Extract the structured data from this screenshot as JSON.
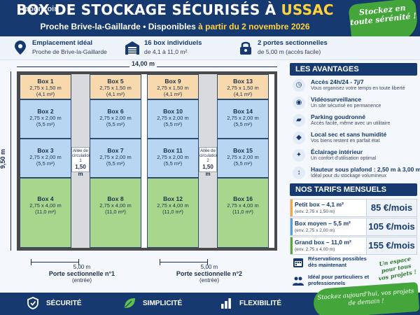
{
  "header": {
    "watermark": "leboncoin",
    "title_main": "BOX DE STOCKAGE SÉCURISÉS À ",
    "title_accent": "USSAC",
    "subtitle_location": "Proche Brive-la-Gaillarde",
    "subtitle_sep": "•",
    "subtitle_avail": "Disponibles",
    "subtitle_date": "à partir du 2 novembre 2026",
    "badge_text": "Stockez en toute sérénité !"
  },
  "info": [
    {
      "icon": "location-pin-icon",
      "title": "Emplacement idéal",
      "detail": "Proche de Brive-la-Gaillarde"
    },
    {
      "icon": "garage-icon",
      "title": "16 box individuels",
      "detail": "de 4,1 à 11,0 m²"
    },
    {
      "icon": "lock-icon",
      "title": "2 portes sectionnelles",
      "detail": "de 5,00 m (accès facile)"
    }
  ],
  "plan": {
    "width_label": "14,00 m",
    "height_label": "9,50 m",
    "aisles": [
      {
        "label": "Allée de circulation 1",
        "width": "1,50 m"
      },
      {
        "label": "Allée de circulation 2",
        "width": "1,50 m"
      }
    ],
    "boxes": [
      {
        "name": "Box 1",
        "dims": "2,75 x 1,50 m",
        "area": "(4,1 m²)",
        "size": "small",
        "col": 0,
        "row": 0
      },
      {
        "name": "Box 2",
        "dims": "2,75 x 2,00 m",
        "area": "(5,5 m²)",
        "size": "mid",
        "col": 0,
        "row": 1
      },
      {
        "name": "Box 3",
        "dims": "2,75 x 2,00 m",
        "area": "(5,5 m²)",
        "size": "mid",
        "col": 0,
        "row": 2
      },
      {
        "name": "Box 4",
        "dims": "2,75 x 4,00 m",
        "area": "(11,0 m²)",
        "size": "big",
        "col": 0,
        "row": 3
      },
      {
        "name": "Box 5",
        "dims": "2,75 x 1,50 m",
        "area": "(4,1 m²)",
        "size": "small",
        "col": 1,
        "row": 0
      },
      {
        "name": "Box 6",
        "dims": "2,75 x 2,00 m",
        "area": "(5,5 m²)",
        "size": "mid",
        "col": 1,
        "row": 1
      },
      {
        "name": "Box 7",
        "dims": "2,75 x 2,00 m",
        "area": "(5,5 m²)",
        "size": "mid",
        "col": 1,
        "row": 2
      },
      {
        "name": "Box 8",
        "dims": "2,75 x 4,00 m",
        "area": "(11,0 m²)",
        "size": "big",
        "col": 1,
        "row": 3
      },
      {
        "name": "Box 9",
        "dims": "2,75 x 1,50 m",
        "area": "(4,1 m²)",
        "size": "small",
        "col": 2,
        "row": 0
      },
      {
        "name": "Box 10",
        "dims": "2,75 x 2,00 m",
        "area": "(5,5 m²)",
        "size": "mid",
        "col": 2,
        "row": 1
      },
      {
        "name": "Box 11",
        "dims": "2,75 x 2,00 m",
        "area": "(5,5 m²)",
        "size": "mid",
        "col": 2,
        "row": 2
      },
      {
        "name": "Box 12",
        "dims": "2,75 x 4,00 m",
        "area": "(11,0 m²)",
        "size": "big",
        "col": 2,
        "row": 3
      },
      {
        "name": "Box 13",
        "dims": "2,75 x 1,50 m",
        "area": "(4,1 m²)",
        "size": "small",
        "col": 3,
        "row": 0
      },
      {
        "name": "Box 14",
        "dims": "2,75 x 2,00 m",
        "area": "(5,5 m²)",
        "size": "mid",
        "col": 3,
        "row": 1
      },
      {
        "name": "Box 15",
        "dims": "2,75 x 2,00 m",
        "area": "(5,5 m²)",
        "size": "mid",
        "col": 3,
        "row": 2
      },
      {
        "name": "Box 16",
        "dims": "2,75 x 4,00 m",
        "area": "(11,0 m²)",
        "size": "big",
        "col": 3,
        "row": 3
      }
    ],
    "doors": [
      {
        "width": "5,00 m",
        "name": "Porte sectionnelle n°1",
        "detail": "(entrée)"
      },
      {
        "width": "5,00 m",
        "name": "Porte sectionnelle n°2",
        "detail": "(entrée)"
      }
    ]
  },
  "advantages": {
    "heading": "LES AVANTAGES",
    "items": [
      {
        "icon": "clock-icon",
        "glyph": "◷",
        "title": "Accès 24h/24 - 7j/7",
        "detail": "Vous organisez votre temps en toute liberté"
      },
      {
        "icon": "camera-icon",
        "glyph": "◉",
        "title": "Vidéosurveillance",
        "detail": "Un site sécurisé en permanence"
      },
      {
        "icon": "car-icon",
        "glyph": "▰",
        "title": "Parking goudronné",
        "detail": "Accès facile, même avec un utilitaire"
      },
      {
        "icon": "droplet-icon",
        "glyph": "◆",
        "title": "Local sec et sans humidité",
        "detail": "Vos biens restent en parfait état"
      },
      {
        "icon": "lightbulb-icon",
        "glyph": "✦",
        "title": "Éclairage intérieur",
        "detail": "Un confort d'utilisation optimal"
      },
      {
        "icon": "height-icon",
        "glyph": "↕",
        "title": "Hauteur sous plafond : 2,50 m à 3,00 m",
        "detail": "Idéal pour du stockage volumineux"
      }
    ]
  },
  "pricing": {
    "heading": "NOS TARIFS MENSUELS",
    "items": [
      {
        "title": "Petit box – 4,1 m²",
        "detail": "(env. 2,75 x 1,50 m)",
        "price": "85 €/mois",
        "color": "#f0a94a"
      },
      {
        "title": "Box moyen – 5,5 m²",
        "detail": "(env. 2,75 x 2,00 m)",
        "price": "105 €/mois",
        "color": "#5b9bd8"
      },
      {
        "title": "Grand box – 11,0 m²",
        "detail": "(env. 2,75 x 4,00 m)",
        "price": "155 €/mois",
        "color": "#55a83c"
      }
    ]
  },
  "notes": [
    {
      "icon": "calendar-icon",
      "text": "Réservations possibles dès maintenant"
    },
    {
      "icon": "people-icon",
      "text": "Idéal pour particuliers et professionnels"
    }
  ],
  "slogan": "Un espace pour tous vos projets !",
  "footer": {
    "items": [
      {
        "icon": "shield-icon",
        "label": "SÉCURITÉ"
      },
      {
        "icon": "leaf-icon",
        "label": "SIMPLICITÉ"
      },
      {
        "icon": "bars-icon",
        "label": "FLEXIBILITÉ"
      }
    ],
    "badge": "Stockez aujourd'hui, vos projets de demain !"
  },
  "colors": {
    "navy": "#163a70",
    "accent_yellow": "#ffd23b",
    "green": "#44a63a",
    "small_box": "#f8d9ae",
    "mid_box": "#b8d6f2",
    "big_box": "#a9d68d"
  }
}
